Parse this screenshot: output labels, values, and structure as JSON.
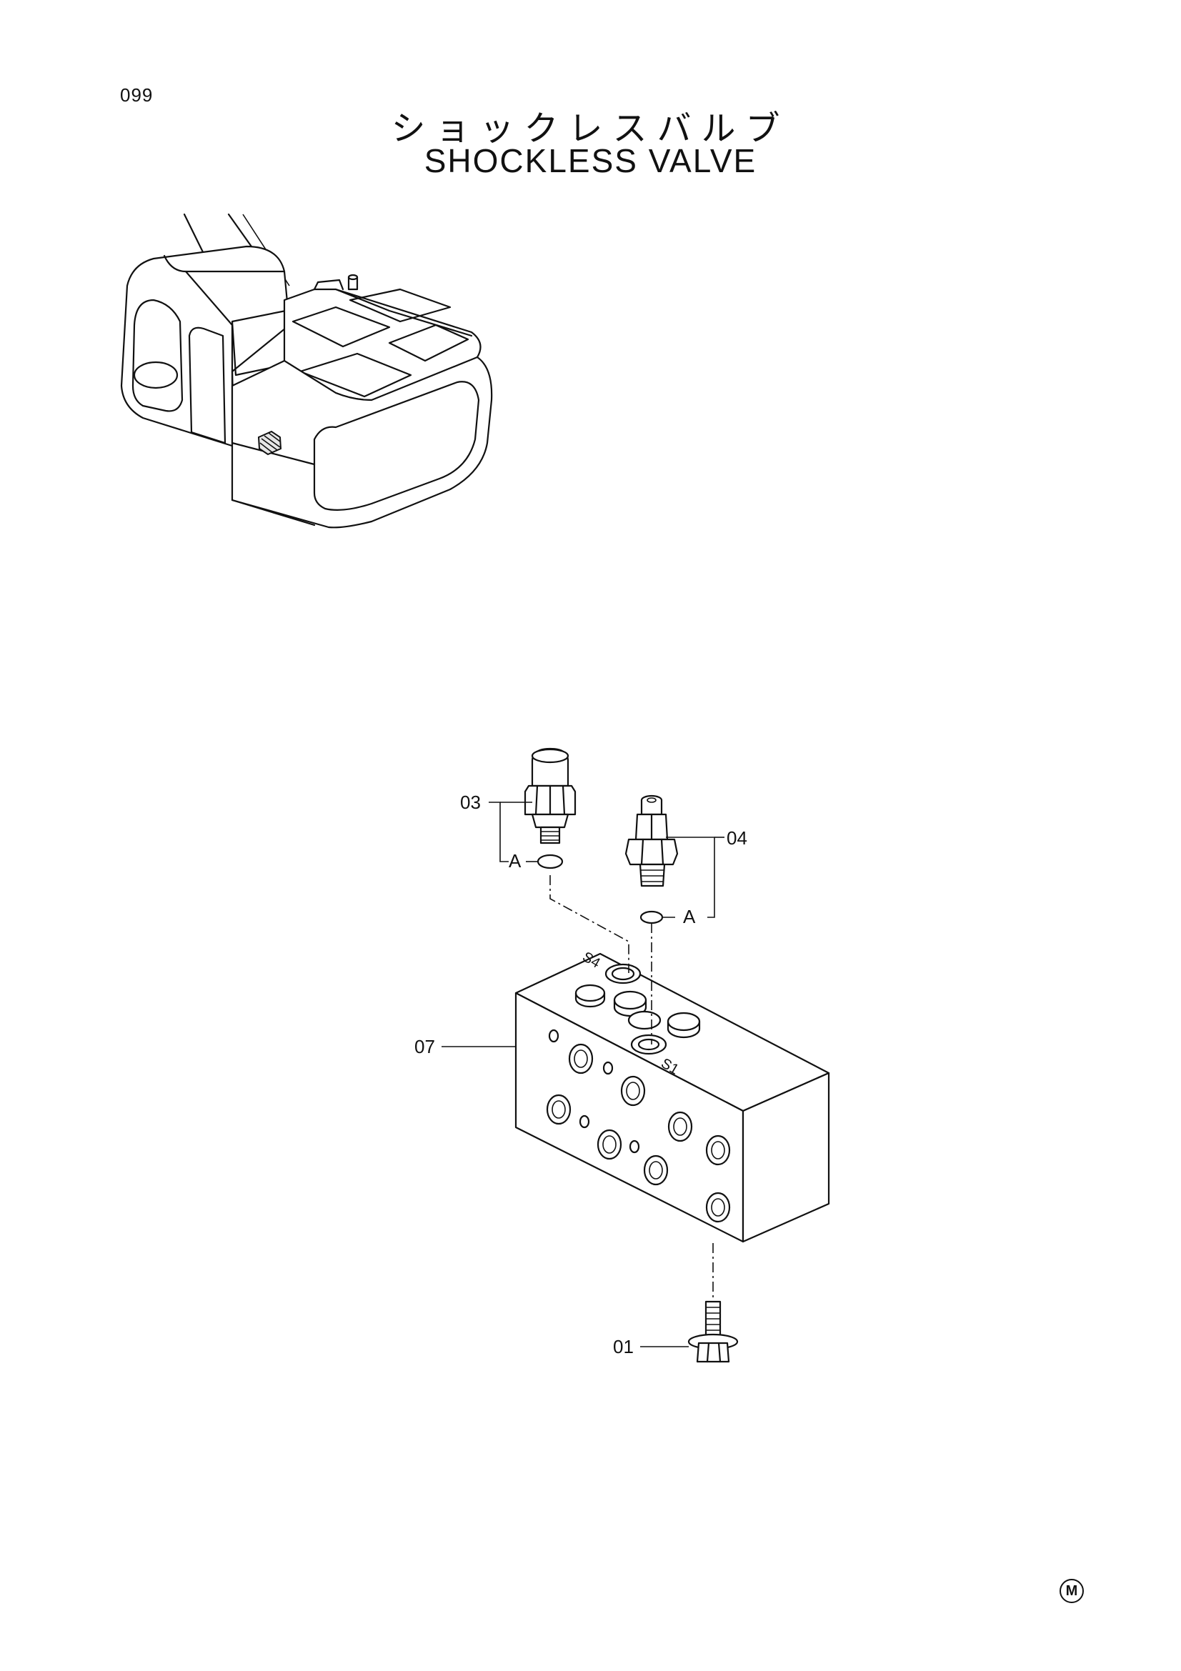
{
  "page": {
    "number": "099"
  },
  "title": {
    "japanese": "ショックレスバルブ",
    "english": "SHOCKLESS VALVE"
  },
  "callouts": {
    "part_03": "03",
    "part_04": "04",
    "part_07": "07",
    "part_01": "01",
    "ref_a_left": "A",
    "ref_a_right": "A"
  },
  "port_labels": {
    "s4": "S4",
    "s1": "S1"
  },
  "footer": {
    "mark": "M"
  }
}
